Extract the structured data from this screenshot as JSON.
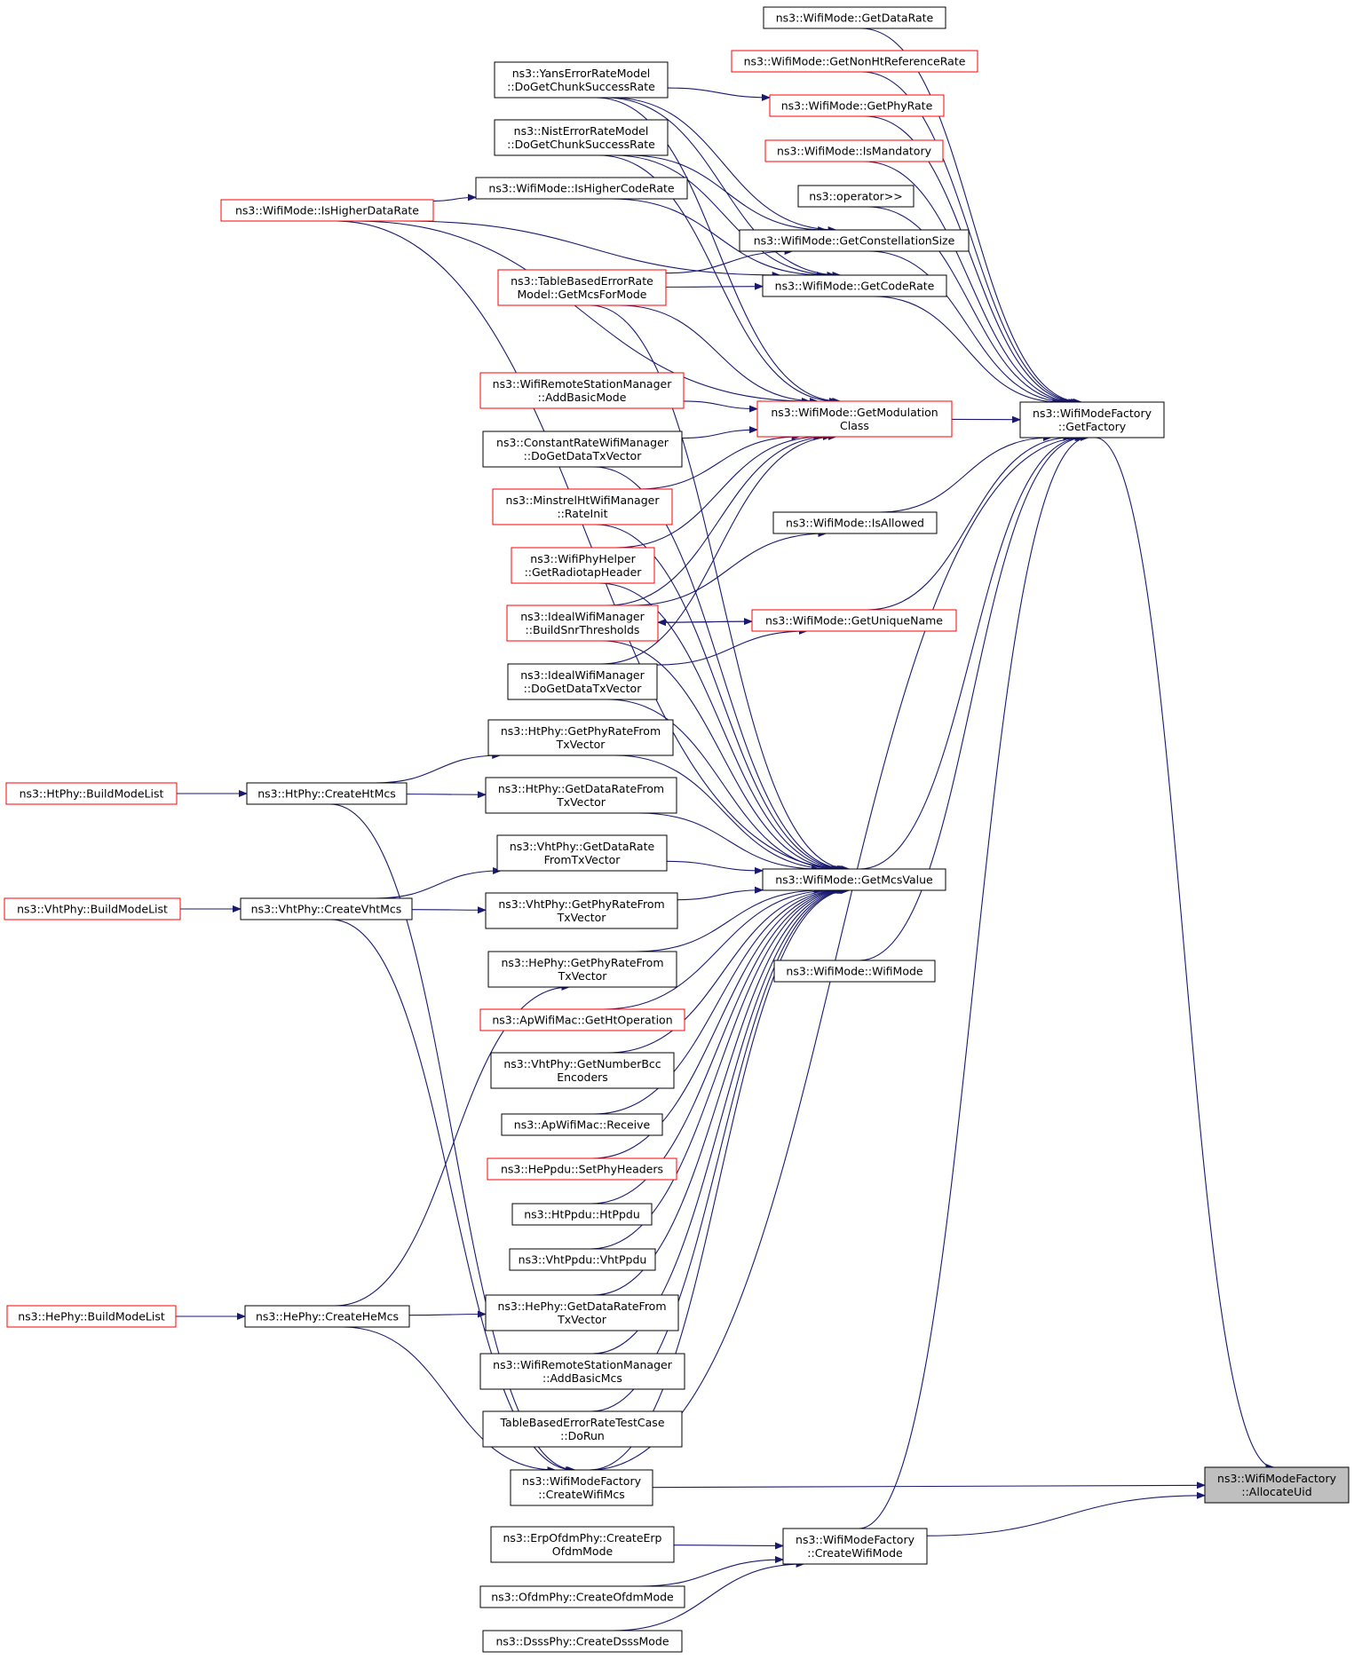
{
  "colors": {
    "edge": "#191970",
    "border_normal": "#000000",
    "border_truncated": "#ff0000",
    "focus_fill": "#bfbfbf",
    "node_fill": "#ffffff"
  },
  "nodes": [
    {
      "id": "getdatarate",
      "lines": [
        "ns3::WifiMode::GetDataRate"
      ],
      "style": "normal"
    },
    {
      "id": "getnonht",
      "lines": [
        "ns3::WifiMode::GetNonHtReferenceRate"
      ],
      "style": "truncated"
    },
    {
      "id": "getphyrate",
      "lines": [
        "ns3::WifiMode::GetPhyRate"
      ],
      "style": "truncated"
    },
    {
      "id": "ismandatory",
      "lines": [
        "ns3::WifiMode::IsMandatory"
      ],
      "style": "truncated"
    },
    {
      "id": "operator",
      "lines": [
        "ns3::operator>>"
      ],
      "style": "normal"
    },
    {
      "id": "getconst",
      "lines": [
        "ns3::WifiMode::GetConstellationSize"
      ],
      "style": "normal"
    },
    {
      "id": "getcoderate",
      "lines": [
        "ns3::WifiMode::GetCodeRate"
      ],
      "style": "normal"
    },
    {
      "id": "getmodclass",
      "lines": [
        "ns3::WifiMode::GetModulation",
        "Class"
      ],
      "style": "truncated"
    },
    {
      "id": "isallowed",
      "lines": [
        "ns3::WifiMode::IsAllowed"
      ],
      "style": "normal"
    },
    {
      "id": "getuniquename",
      "lines": [
        "ns3::WifiMode::GetUniqueName"
      ],
      "style": "truncated"
    },
    {
      "id": "getmcsvalue",
      "lines": [
        "ns3::WifiMode::GetMcsValue"
      ],
      "style": "normal"
    },
    {
      "id": "wifimode",
      "lines": [
        "ns3::WifiMode::WifiMode"
      ],
      "style": "normal"
    },
    {
      "id": "getfactory",
      "lines": [
        "ns3::WifiModeFactory",
        "::GetFactory"
      ],
      "style": "normal"
    },
    {
      "id": "allocateuid",
      "lines": [
        "ns3::WifiModeFactory",
        "::AllocateUid"
      ],
      "style": "focus"
    },
    {
      "id": "yans",
      "lines": [
        "ns3::YansErrorRateModel",
        "::DoGetChunkSuccessRate"
      ],
      "style": "normal"
    },
    {
      "id": "nist",
      "lines": [
        "ns3::NistErrorRateModel",
        "::DoGetChunkSuccessRate"
      ],
      "style": "normal"
    },
    {
      "id": "ishighercode",
      "lines": [
        "ns3::WifiMode::IsHigherCodeRate"
      ],
      "style": "normal"
    },
    {
      "id": "ishigherdata",
      "lines": [
        "ns3::WifiMode::IsHigherDataRate"
      ],
      "style": "truncated"
    },
    {
      "id": "tablebased",
      "lines": [
        "ns3::TableBasedErrorRate",
        "Model::GetMcsForMode"
      ],
      "style": "truncated"
    },
    {
      "id": "addbasicmode",
      "lines": [
        "ns3::WifiRemoteStationManager",
        "::AddBasicMode"
      ],
      "style": "truncated"
    },
    {
      "id": "constrate",
      "lines": [
        "ns3::ConstantRateWifiManager",
        "::DoGetDataTxVector"
      ],
      "style": "normal"
    },
    {
      "id": "minstrel",
      "lines": [
        "ns3::MinstrelHtWifiManager",
        "::RateInit"
      ],
      "style": "truncated"
    },
    {
      "id": "radiotap",
      "lines": [
        "ns3::WifiPhyHelper",
        "::GetRadiotapHeader"
      ],
      "style": "truncated"
    },
    {
      "id": "idealbuild",
      "lines": [
        "ns3::IdealWifiManager",
        "::BuildSnrThresholds"
      ],
      "style": "truncated"
    },
    {
      "id": "idealdoget",
      "lines": [
        "ns3::IdealWifiManager",
        "::DoGetDataTxVector"
      ],
      "style": "normal"
    },
    {
      "id": "htphyrate",
      "lines": [
        "ns3::HtPhy::GetPhyRateFrom",
        "TxVector"
      ],
      "style": "normal"
    },
    {
      "id": "htdatarate",
      "lines": [
        "ns3::HtPhy::GetDataRateFrom",
        "TxVector"
      ],
      "style": "normal"
    },
    {
      "id": "vhtdatarate",
      "lines": [
        "ns3::VhtPhy::GetDataRate",
        "FromTxVector"
      ],
      "style": "normal"
    },
    {
      "id": "vhtphyrate",
      "lines": [
        "ns3::VhtPhy::GetPhyRateFrom",
        "TxVector"
      ],
      "style": "normal"
    },
    {
      "id": "hephyrate",
      "lines": [
        "ns3::HePhy::GetPhyRateFrom",
        "TxVector"
      ],
      "style": "normal"
    },
    {
      "id": "getht",
      "lines": [
        "ns3::ApWifiMac::GetHtOperation"
      ],
      "style": "truncated"
    },
    {
      "id": "vhtbcc",
      "lines": [
        "ns3::VhtPhy::GetNumberBcc",
        "Encoders"
      ],
      "style": "normal"
    },
    {
      "id": "receive",
      "lines": [
        "ns3::ApWifiMac::Receive"
      ],
      "style": "normal"
    },
    {
      "id": "heppdu",
      "lines": [
        "ns3::HePpdu::SetPhyHeaders"
      ],
      "style": "truncated"
    },
    {
      "id": "htppdu",
      "lines": [
        "ns3::HtPpdu::HtPpdu"
      ],
      "style": "normal"
    },
    {
      "id": "vhtppdu",
      "lines": [
        "ns3::VhtPpdu::VhtPpdu"
      ],
      "style": "normal"
    },
    {
      "id": "hedatarate",
      "lines": [
        "ns3::HePhy::GetDataRateFrom",
        "TxVector"
      ],
      "style": "normal"
    },
    {
      "id": "addbasicmcs",
      "lines": [
        "ns3::WifiRemoteStationManager",
        "::AddBasicMcs"
      ],
      "style": "normal"
    },
    {
      "id": "tabletest",
      "lines": [
        "TableBasedErrorRateTestCase",
        "::DoRun"
      ],
      "style": "normal"
    },
    {
      "id": "createmcs",
      "lines": [
        "ns3::WifiModeFactory",
        "::CreateWifiMcs"
      ],
      "style": "normal"
    },
    {
      "id": "erpofdm",
      "lines": [
        "ns3::ErpOfdmPhy::CreateErp",
        "OfdmMode"
      ],
      "style": "normal"
    },
    {
      "id": "ofdmmode",
      "lines": [
        "ns3::OfdmPhy::CreateOfdmMode"
      ],
      "style": "normal"
    },
    {
      "id": "dsssmode",
      "lines": [
        "ns3::DsssPhy::CreateDsssMode"
      ],
      "style": "normal"
    },
    {
      "id": "createmode",
      "lines": [
        "ns3::WifiModeFactory",
        "::CreateWifiMode"
      ],
      "style": "normal"
    },
    {
      "id": "htbuild",
      "lines": [
        "ns3::HtPhy::BuildModeList"
      ],
      "style": "truncated"
    },
    {
      "id": "htcreate",
      "lines": [
        "ns3::HtPhy::CreateHtMcs"
      ],
      "style": "normal"
    },
    {
      "id": "vhtbuild",
      "lines": [
        "ns3::VhtPhy::BuildModeList"
      ],
      "style": "truncated"
    },
    {
      "id": "vhtcreate",
      "lines": [
        "ns3::VhtPhy::CreateVhtMcs"
      ],
      "style": "normal"
    },
    {
      "id": "hebuild",
      "lines": [
        "ns3::HePhy::BuildModeList"
      ],
      "style": "truncated"
    },
    {
      "id": "hecreate",
      "lines": [
        "ns3::HePhy::CreateHeMcs"
      ],
      "style": "normal"
    }
  ],
  "edges": [
    [
      "getfactory",
      "allocateuid"
    ],
    [
      "createmcs",
      "allocateuid"
    ],
    [
      "createmode",
      "allocateuid"
    ],
    [
      "getdatarate",
      "getfactory"
    ],
    [
      "getnonht",
      "getfactory"
    ],
    [
      "getphyrate",
      "getfactory"
    ],
    [
      "ismandatory",
      "getfactory"
    ],
    [
      "operator",
      "getfactory"
    ],
    [
      "getconst",
      "getfactory"
    ],
    [
      "getcoderate",
      "getfactory"
    ],
    [
      "getmodclass",
      "getfactory"
    ],
    [
      "isallowed",
      "getfactory"
    ],
    [
      "getuniquename",
      "getfactory"
    ],
    [
      "getmcsvalue",
      "getfactory"
    ],
    [
      "wifimode",
      "getfactory"
    ],
    [
      "createmcs",
      "getfactory"
    ],
    [
      "createmode",
      "getfactory"
    ],
    [
      "yans",
      "getphyrate"
    ],
    [
      "yans",
      "getconst"
    ],
    [
      "yans",
      "getcoderate"
    ],
    [
      "yans",
      "getmodclass"
    ],
    [
      "nist",
      "getconst"
    ],
    [
      "nist",
      "getcoderate"
    ],
    [
      "nist",
      "getmodclass"
    ],
    [
      "ishigherdata",
      "ishighercode"
    ],
    [
      "ishigherdata",
      "getcoderate"
    ],
    [
      "ishigherdata",
      "getmodclass"
    ],
    [
      "ishigherdata",
      "getmcsvalue"
    ],
    [
      "ishighercode",
      "getcoderate"
    ],
    [
      "tablebased",
      "getconst"
    ],
    [
      "tablebased",
      "getcoderate"
    ],
    [
      "tablebased",
      "getmodclass"
    ],
    [
      "tablebased",
      "getmcsvalue"
    ],
    [
      "addbasicmode",
      "getmodclass"
    ],
    [
      "constrate",
      "getmodclass"
    ],
    [
      "constrate",
      "getmcsvalue"
    ],
    [
      "minstrel",
      "getmodclass"
    ],
    [
      "minstrel",
      "getmcsvalue"
    ],
    [
      "radiotap",
      "getmodclass"
    ],
    [
      "radiotap",
      "getmcsvalue"
    ],
    [
      "idealbuild",
      "getmodclass"
    ],
    [
      "idealbuild",
      "isallowed"
    ],
    [
      "idealbuild",
      "getuniquename"
    ],
    [
      "idealbuild",
      "getmcsvalue"
    ],
    [
      "getuniquename",
      "idealbuild"
    ],
    [
      "idealdoget",
      "getmodclass"
    ],
    [
      "idealdoget",
      "getuniquename"
    ],
    [
      "idealdoget",
      "getmcsvalue"
    ],
    [
      "htphyrate",
      "getmcsvalue"
    ],
    [
      "htdatarate",
      "getmcsvalue"
    ],
    [
      "vhtdatarate",
      "getmcsvalue"
    ],
    [
      "vhtphyrate",
      "getmcsvalue"
    ],
    [
      "hephyrate",
      "getmcsvalue"
    ],
    [
      "getht",
      "getmcsvalue"
    ],
    [
      "vhtbcc",
      "getmcsvalue"
    ],
    [
      "receive",
      "getmcsvalue"
    ],
    [
      "heppdu",
      "getmcsvalue"
    ],
    [
      "htppdu",
      "getmcsvalue"
    ],
    [
      "vhtppdu",
      "getmcsvalue"
    ],
    [
      "hedatarate",
      "getmcsvalue"
    ],
    [
      "addbasicmcs",
      "getmcsvalue"
    ],
    [
      "tabletest",
      "getmcsvalue"
    ],
    [
      "createmcs",
      "getmcsvalue"
    ],
    [
      "htbuild",
      "htcreate"
    ],
    [
      "htcreate",
      "htphyrate"
    ],
    [
      "htcreate",
      "htdatarate"
    ],
    [
      "htcreate",
      "createmcs"
    ],
    [
      "vhtbuild",
      "vhtcreate"
    ],
    [
      "vhtcreate",
      "vhtdatarate"
    ],
    [
      "vhtcreate",
      "vhtphyrate"
    ],
    [
      "vhtcreate",
      "createmcs"
    ],
    [
      "hebuild",
      "hecreate"
    ],
    [
      "hecreate",
      "hephyrate"
    ],
    [
      "hecreate",
      "hedatarate"
    ],
    [
      "hecreate",
      "createmcs"
    ],
    [
      "erpofdm",
      "createmode"
    ],
    [
      "ofdmmode",
      "createmode"
    ],
    [
      "dsssmode",
      "createmode"
    ]
  ]
}
